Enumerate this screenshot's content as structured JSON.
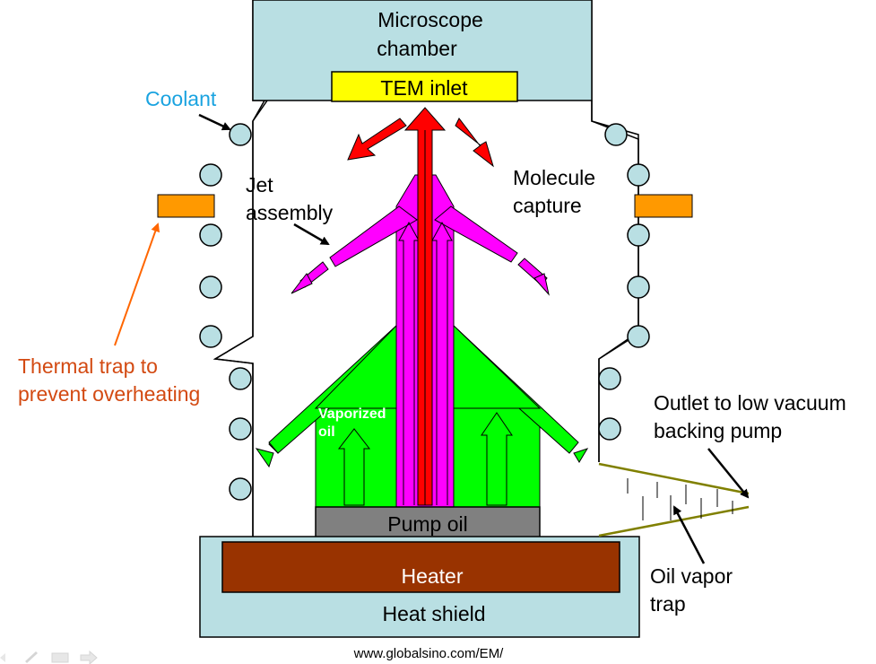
{
  "labels": {
    "microscope_chamber_line1": "Microscope",
    "microscope_chamber_line2": "chamber",
    "tem_inlet": "TEM inlet",
    "coolant": "Coolant",
    "jet_assembly_line1": "Jet",
    "jet_assembly_line2": "assembly",
    "molecule_capture_line1": "Molecule",
    "molecule_capture_line2": "capture",
    "thermal_trap_line1": "Thermal trap to",
    "thermal_trap_line2": "prevent overheating",
    "vaporized_oil_line1": "Vaporized",
    "vaporized_oil_line2": "oil",
    "outlet_line1": "Outlet to low vacuum",
    "outlet_line2": "backing pump",
    "pump_oil": "Pump oil",
    "heater": "Heater",
    "heat_shield": "Heat shield",
    "oil_vapor_trap_line1": "Oil vapor",
    "oil_vapor_trap_line2": "trap",
    "source_url": "www.globalsino.com/EM/"
  },
  "colors": {
    "chamber_fill": "#b9dfe3",
    "tem_inlet_fill": "#ffff00",
    "coolant_text": "#1aa3e0",
    "thermal_trap_text": "#d34a12",
    "thermal_trap_fill": "#ff9900",
    "vapor_green": "#00ff00",
    "jet_magenta": "#ff00ff",
    "red_flow": "#ff0000",
    "pump_oil_fill": "#808080",
    "heater_fill": "#993300",
    "trap_line": "#808000",
    "orange_arrow": "#ff6600"
  }
}
